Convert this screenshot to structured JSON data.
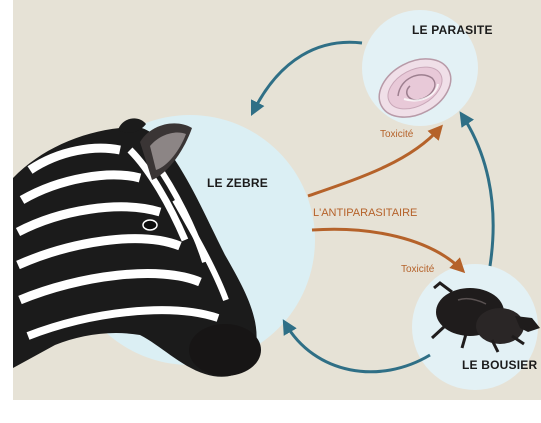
{
  "diagram": {
    "nodes": {
      "zebra": {
        "label": "LE ZEBRE"
      },
      "parasite": {
        "label": "LE PARASITE"
      },
      "dung_beetle": {
        "label": "LE BOUSIER"
      }
    },
    "links": {
      "treatment": {
        "label": "L'ANTIPARASITAIRE"
      },
      "toxicity_parasite": {
        "label": "Toxicité"
      },
      "toxicity_beetle": {
        "label": "Toxicité"
      }
    },
    "colors": {
      "background": "#e6e2d6",
      "circle_fill": "#dbeff4",
      "cycle_arrow": "#2f6f86",
      "toxicity_arrow": "#b5622a"
    }
  }
}
